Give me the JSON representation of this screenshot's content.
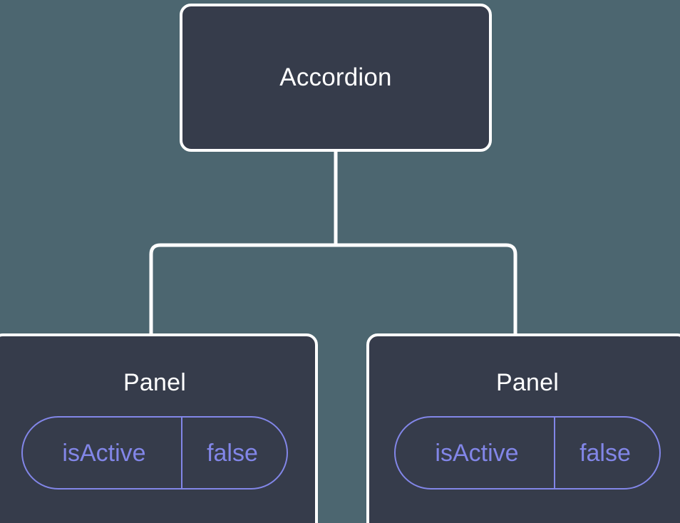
{
  "diagram": {
    "type": "component-tree",
    "background_color": "#4c6670",
    "node_fill_color": "#363c4b",
    "node_border_color": "#ffffff",
    "connector_color": "#ffffff",
    "prop_accent_color": "#8286e8",
    "root": {
      "label": "Accordion"
    },
    "children": [
      {
        "label": "Panel",
        "props": [
          {
            "key": "isActive",
            "value": "false"
          }
        ]
      },
      {
        "label": "Panel",
        "props": [
          {
            "key": "isActive",
            "value": "false"
          }
        ]
      }
    ]
  }
}
